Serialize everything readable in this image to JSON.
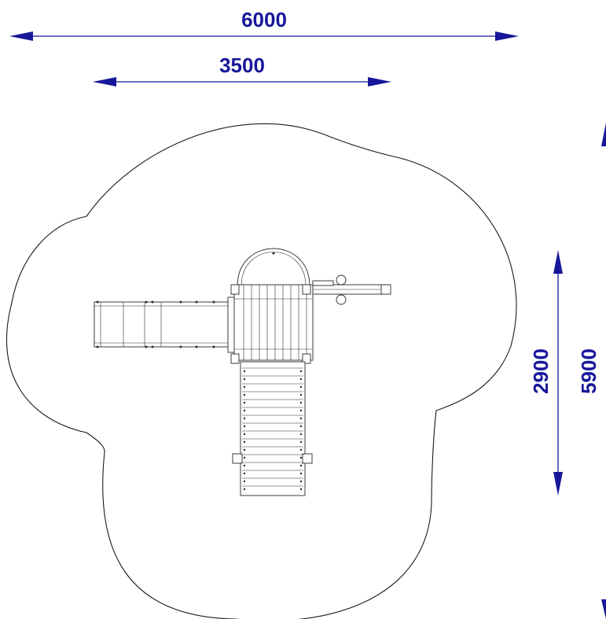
{
  "dimensions": {
    "overall_width": "6000",
    "platform_width": "3500",
    "platform_depth": "2900",
    "overall_depth": "5900"
  },
  "colors": {
    "dimension": "#17179a",
    "outline": "#1a1a1a"
  }
}
